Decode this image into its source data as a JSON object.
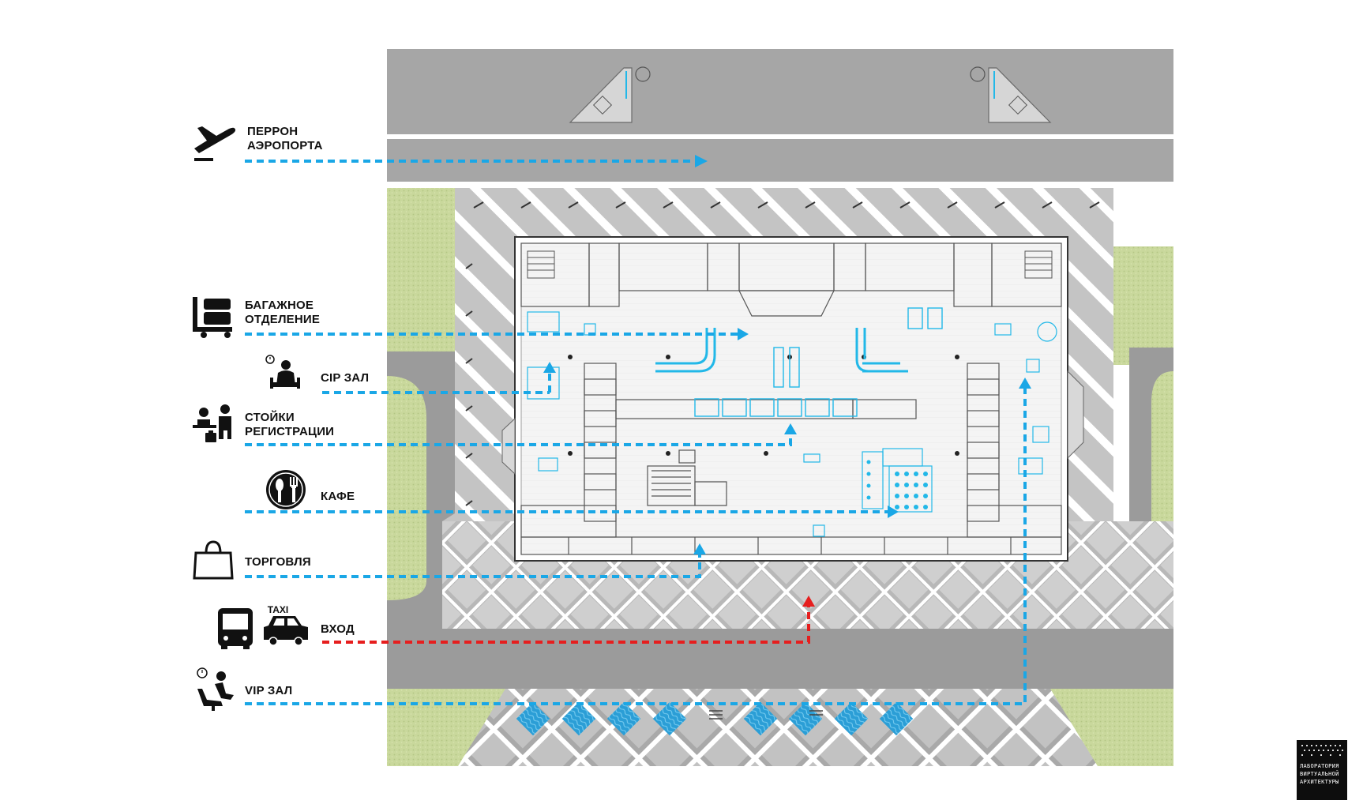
{
  "legend": {
    "items": [
      {
        "id": "apron",
        "lines": [
          "ПЕРРОН",
          "АЭРОПОРТА"
        ],
        "icon": "airplane-departure-icon",
        "route_color": "#1aa7e6"
      },
      {
        "id": "baggage",
        "lines": [
          "БАГАЖНОЕ",
          "ОТДЕЛЕНИЕ"
        ],
        "icon": "baggage-cart-icon",
        "route_color": "#1aa7e6"
      },
      {
        "id": "cip",
        "lines": [
          "CIP ЗАЛ"
        ],
        "icon": "waiting-person-icon",
        "route_color": "#1aa7e6"
      },
      {
        "id": "checkin",
        "lines": [
          "СТОЙКИ",
          "РЕГИСТРАЦИИ"
        ],
        "icon": "check-in-desk-icon",
        "route_color": "#1aa7e6"
      },
      {
        "id": "cafe",
        "lines": [
          "КАФЕ"
        ],
        "icon": "cutlery-icon",
        "route_color": "#1aa7e6"
      },
      {
        "id": "retail",
        "lines": [
          "ТОРГОВЛЯ"
        ],
        "icon": "shopping-bag-icon",
        "route_color": "#1aa7e6"
      },
      {
        "id": "entrance",
        "lines": [
          "ВХОД"
        ],
        "icon": "bus-taxi-icon",
        "route_color": "#e61e1e"
      },
      {
        "id": "vip",
        "lines": [
          "VIP ЗАЛ"
        ],
        "icon": "armchair-person-icon",
        "route_color": "#1aa7e6"
      }
    ]
  },
  "taxi_sign": "TAXI",
  "logo": {
    "lines": [
      "ЛАБОРАТОРИЯ",
      "ВИРТУАЛЬНОЙ",
      "АРХИТЕКТУРЫ"
    ]
  },
  "colors": {
    "route_blue": "#1aa7e6",
    "route_red": "#e61e1e",
    "equipment_cyan": "#22b8e8",
    "road": "#9a9a9a",
    "apron": "#a7a7a7",
    "pavement": "#c9c9c9",
    "grass": "#c8d99a",
    "water": "#2a9fd8",
    "building_floor": "#f2f2f2"
  }
}
